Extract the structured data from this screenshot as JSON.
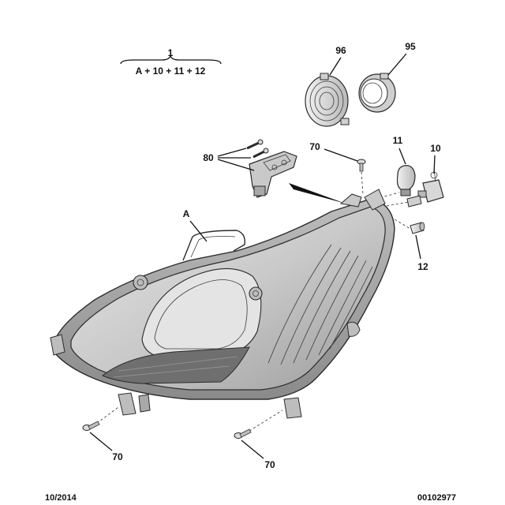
{
  "assembly": {
    "number": "1",
    "formula": "A + 10 + 11 + 12"
  },
  "callouts": {
    "c96": "96",
    "c95": "95",
    "c70_top": "70",
    "c11": "11",
    "c10": "10",
    "c80": "80",
    "cA": "A",
    "c12": "12",
    "c70_left": "70",
    "c70_right": "70"
  },
  "footer": {
    "date": "10/2014",
    "reference": "00102977"
  }
}
